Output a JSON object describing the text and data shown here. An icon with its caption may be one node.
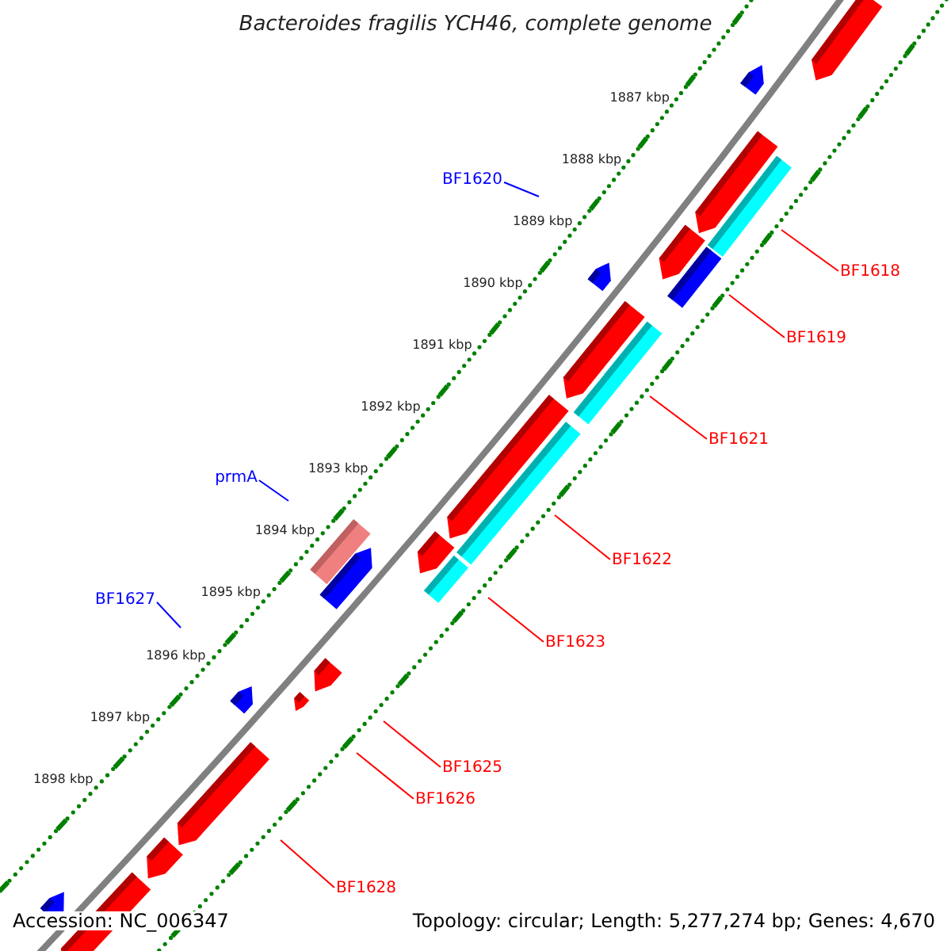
{
  "diagram": {
    "title": "Bacteroides fragilis YCH46, complete genome",
    "nodes": [
      {
        "text": [
          "BF1620"
        ]
      },
      {
        "text": [
          "BF1618"
        ]
      },
      {
        "text": [
          "BF1619"
        ]
      },
      {
        "text": [
          "BF1621"
        ]
      },
      {
        "text": [
          "prmA"
        ]
      },
      {
        "text": [
          "BF1622"
        ]
      },
      {
        "text": [
          "BF1627"
        ]
      },
      {
        "text": [
          "BF1623"
        ]
      },
      {
        "text": [
          "BF1625"
        ]
      },
      {
        "text": [
          "BF1626"
        ]
      },
      {
        "text": [
          "BF1628"
        ]
      }
    ],
    "edges": [
      {
        "from": 0,
        "to": null,
        "arrow": "none",
        "color": "#0000ff"
      },
      {
        "from": 1,
        "to": null,
        "arrow": "none"
      },
      {
        "from": 2,
        "to": null,
        "arrow": "none"
      },
      {
        "from": 3,
        "to": null,
        "arrow": "none"
      },
      {
        "from": 4,
        "to": null,
        "arrow": "none",
        "color": "#0000ff"
      },
      {
        "from": 5,
        "to": null,
        "arrow": "none"
      },
      {
        "from": 6,
        "to": null,
        "arrow": "none",
        "color": "#0000ff"
      },
      {
        "from": 7,
        "to": null,
        "arrow": "none"
      },
      {
        "from": 8,
        "to": null,
        "arrow": "none"
      },
      {
        "from": 9,
        "to": null,
        "arrow": "none"
      },
      {
        "from": 10,
        "to": null,
        "arrow": "none"
      }
    ],
    "labels": [
      "1887 kbp",
      "1888 kbp",
      "1889 kbp",
      "1890 kbp",
      "1891 kbp",
      "1892 kbp",
      "1893 kbp",
      "1894 kbp",
      "1895 kbp",
      "1896 kbp",
      "1897 kbp",
      "1898 kbp",
      "Accession: NC_006347",
      "Topology: circular; Length: 5,277,274 bp; Genes: 4,670"
    ]
  }
}
